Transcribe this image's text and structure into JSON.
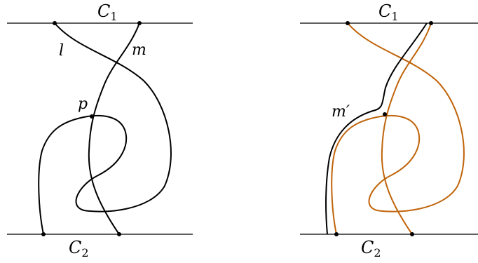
{
  "panels": [
    {
      "top_line": {
        "name": "C",
        "sub": "1"
      },
      "bottom_line": {
        "name": "C",
        "sub": "2"
      },
      "curve_labels": {
        "l": "l",
        "m": "m",
        "p": "p"
      }
    },
    {
      "top_line": {
        "name": "C",
        "sub": "1"
      },
      "bottom_line": {
        "name": "C",
        "sub": "2"
      },
      "curve_labels": {
        "m_prime": "m′"
      }
    }
  ],
  "colors": {
    "ink": "#000000",
    "highlight": "#c0640a"
  }
}
